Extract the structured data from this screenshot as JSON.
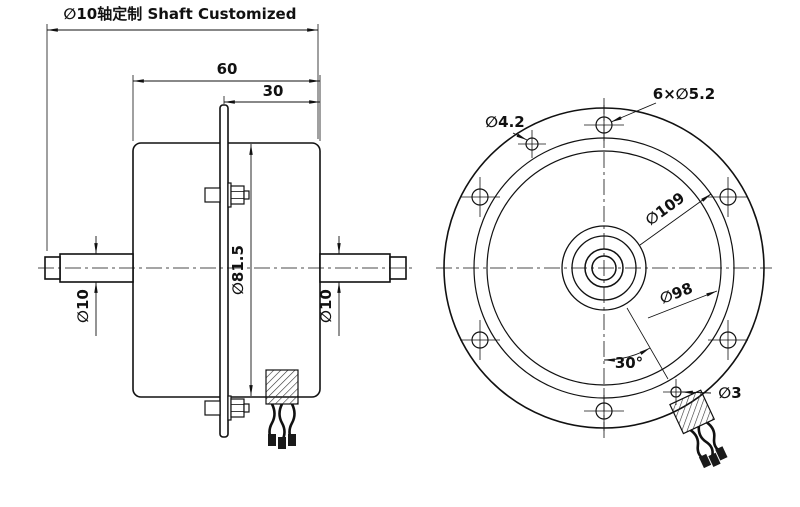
{
  "colors": {
    "line": "#1a1a1a",
    "background": "#ffffff"
  },
  "side_view": {
    "shaft_note": "∅10轴定制 Shaft Customized",
    "dim_length_total": "60",
    "dim_length_front": "30",
    "dim_body_diameter": "∅81.5",
    "dim_shaft_left": "∅10",
    "dim_shaft_right": "∅10"
  },
  "front_view": {
    "dim_mount_holes": "6×∅5.2",
    "dim_hole_4_2": "∅4.2",
    "dim_circle_109": "∅109",
    "dim_circle_98": "∅98",
    "dim_angle": "30°",
    "dim_hole_3": "∅3"
  }
}
